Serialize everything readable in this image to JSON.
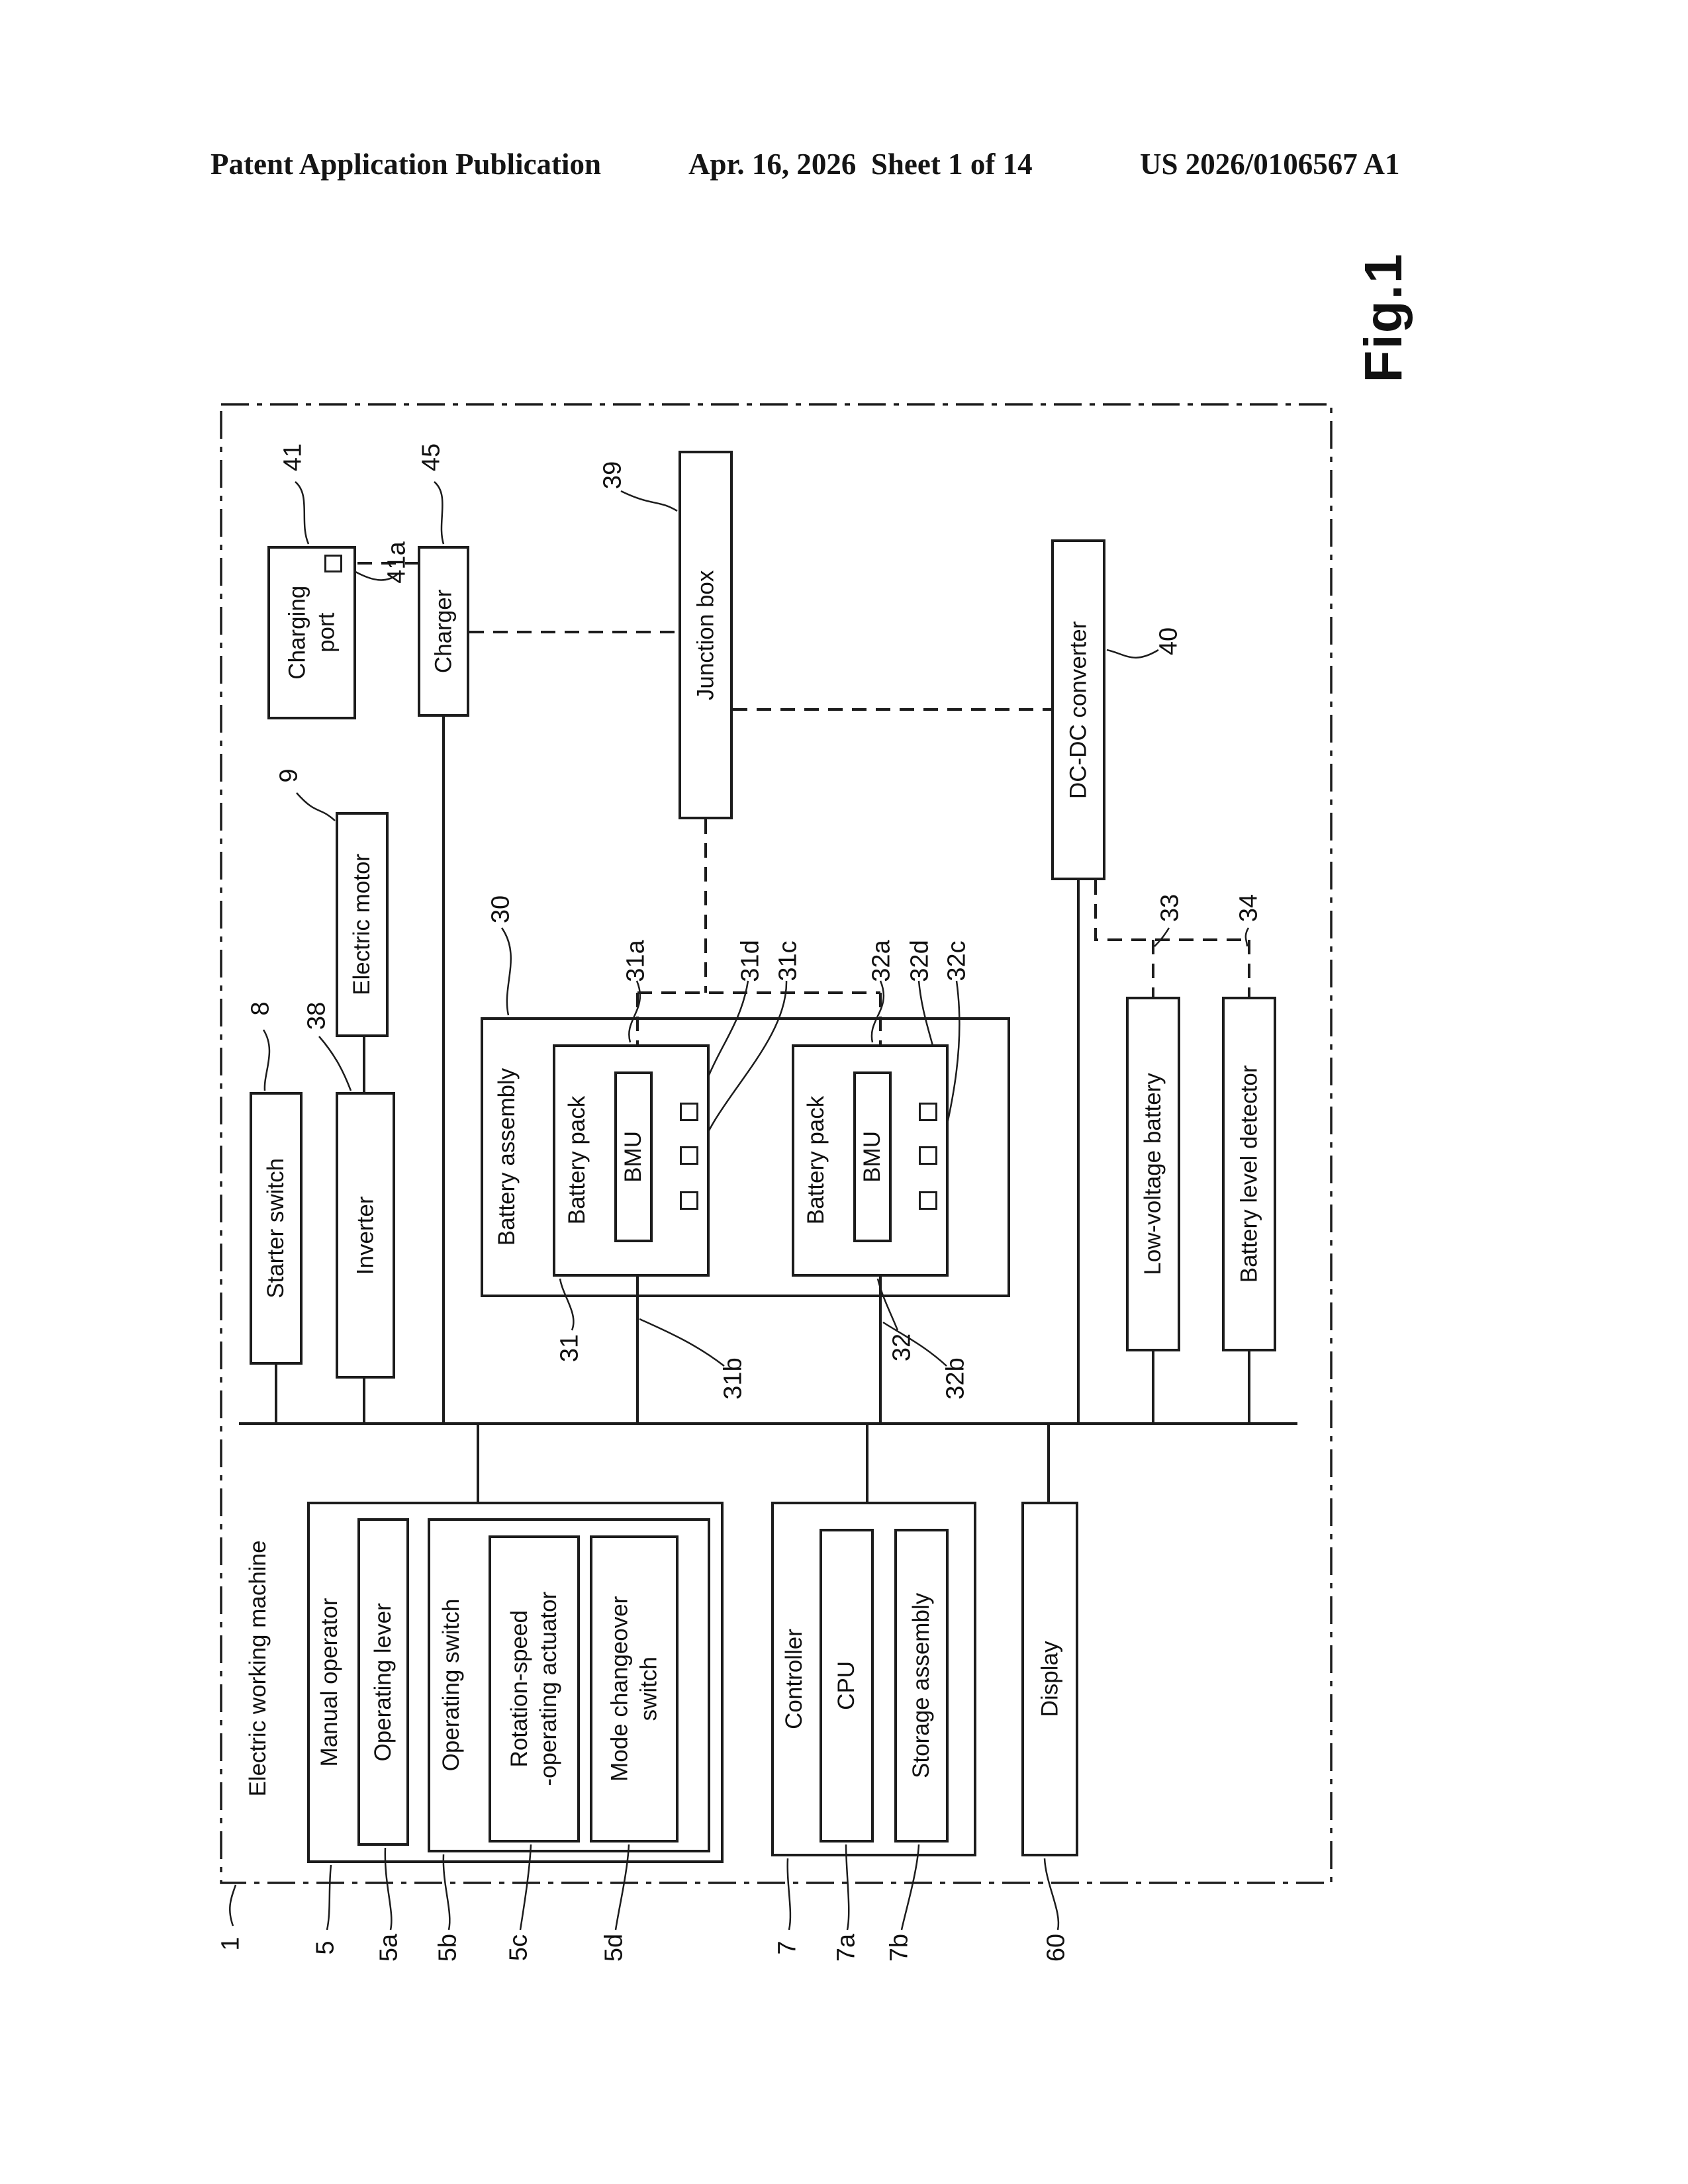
{
  "header": {
    "left": "Patent Application Publication",
    "center": "Apr. 16, 2026  Sheet 1 of 14",
    "right": "US 2026/0106567 A1"
  },
  "figure": {
    "caption": "Fig.1",
    "boundary_label": "Electric working machine",
    "nodes": {
      "charging_port": "Charging\nport",
      "charger": "Charger",
      "junction_box": "Junction box",
      "electric_motor": "Electric motor",
      "dcdc_converter": "DC-DC converter",
      "starter_switch": "Starter switch",
      "inverter": "Inverter",
      "battery_assembly": "Battery assembly",
      "battery_pack_1": "Battery pack",
      "bmu_1": "BMU",
      "battery_pack_2": "Battery pack",
      "bmu_2": "BMU",
      "low_voltage_battery": "Low-voltage battery",
      "battery_level_detector": "Battery level detector",
      "manual_operator": "Manual operator",
      "operating_lever": "Operating lever",
      "operating_switch": "Operating switch",
      "rotation_speed_actuator": "Rotation-speed\n-operating actuator",
      "mode_changeover_switch": "Mode changeover\nswitch",
      "controller": "Controller",
      "cpu": "CPU",
      "storage_assembly": "Storage assembly",
      "display": "Display"
    },
    "refs": {
      "r1": "1",
      "r5": "5",
      "r5a": "5a",
      "r5b": "5b",
      "r5c": "5c",
      "r5d": "5d",
      "r7": "7",
      "r7a": "7a",
      "r7b": "7b",
      "r8": "8",
      "r9": "9",
      "r30": "30",
      "r31": "31",
      "r31a": "31a",
      "r31b": "31b",
      "r31c": "31c",
      "r31d": "31d",
      "r32": "32",
      "r32a": "32a",
      "r32b": "32b",
      "r32c": "32c",
      "r32d": "32d",
      "r33": "33",
      "r34": "34",
      "r38": "38",
      "r39": "39",
      "r40": "40",
      "r41": "41",
      "r41a": "41a",
      "r45": "45",
      "r60": "60"
    },
    "colors": {
      "line": "#1c1c1c",
      "background": "#ffffff"
    }
  }
}
